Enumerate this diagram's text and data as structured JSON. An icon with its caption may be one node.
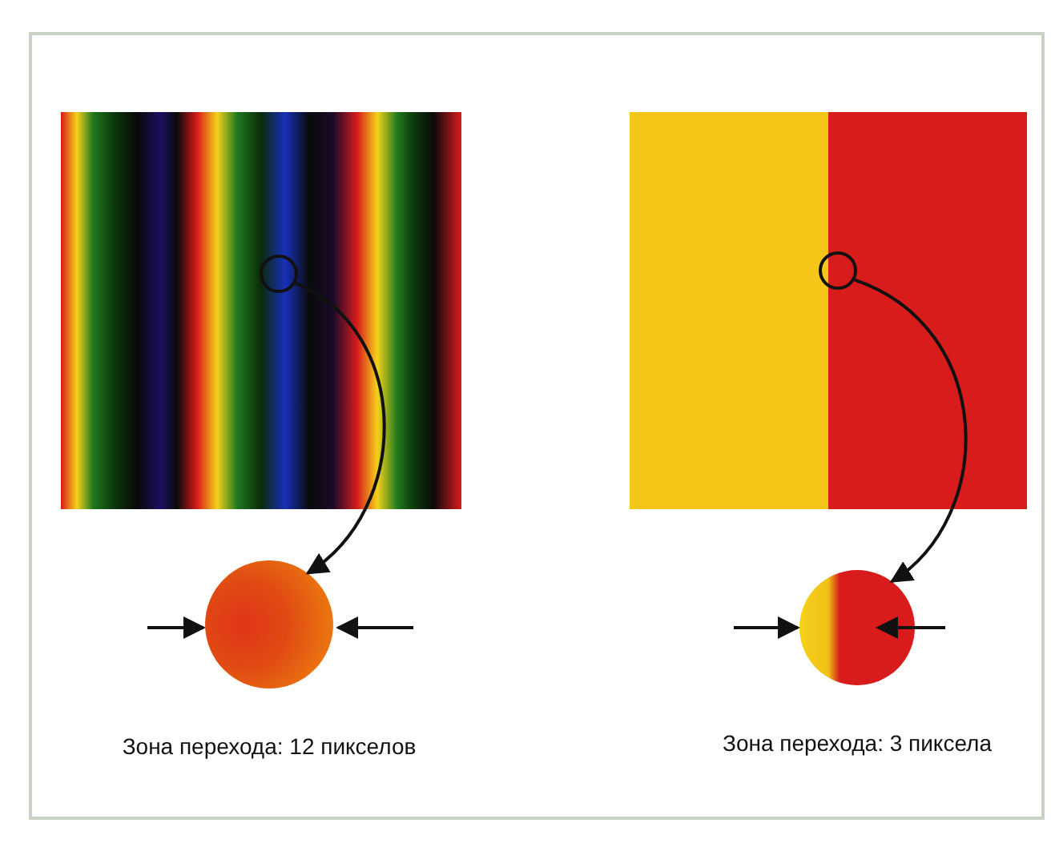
{
  "diagram": {
    "nodes": [
      {
        "text": [],
        "shape": "picture"
      },
      {
        "text": [],
        "shape": "circle",
        "in": 0
      },
      {
        "text": [],
        "shape": "picture",
        "beside": [
          "Зона перехода: 12 пикселов"
        ]
      },
      {
        "text": [],
        "shape": "picture"
      },
      {
        "text": [],
        "shape": "circle",
        "in": 3
      },
      {
        "text": [],
        "shape": "picture",
        "beside": [
          "Зона перехода: 3 пиксела"
        ]
      }
    ],
    "edges": [
      {
        "from": 1,
        "to": 2,
        "arrow": "to"
      },
      {
        "from": 4,
        "to": 5,
        "arrow": "to"
      }
    ]
  }
}
